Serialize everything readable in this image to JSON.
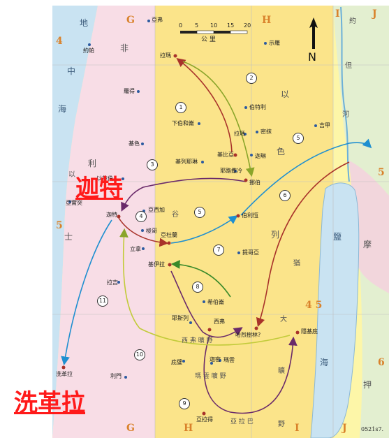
{
  "overlays": {
    "gath": "迦特",
    "gerar": "洗革拉"
  },
  "grid": {
    "letters_top": [
      "G",
      "H",
      "I",
      "J"
    ],
    "letters_bottom": [
      "G",
      "H",
      "I",
      "J"
    ],
    "numbers_left": [
      "4",
      "5"
    ],
    "numbers_right": [
      "5",
      "6"
    ],
    "numbers_center": "4 5"
  },
  "scale": {
    "ticks": [
      "0",
      "5",
      "10",
      "15",
      "20"
    ],
    "unit": "公  里"
  },
  "north": "N",
  "seas": {
    "mediterranean": [
      "地",
      "中",
      "海"
    ],
    "dead_sea": [
      "鹽",
      "海"
    ]
  },
  "regions": {
    "philistia": [
      "非",
      "利",
      "士"
    ],
    "israel": [
      "以",
      "色",
      "列"
    ],
    "judah": [
      "猶",
      "大"
    ],
    "moab": "摩",
    "wilderness_ziph": "西 弗 曠 野",
    "wilderness_maon": "瑪 雲 曠 野",
    "negev": [
      "曠",
      "野"
    ],
    "arabah": "亞 拉 巴",
    "edom": "押",
    "jordan": [
      "約",
      "但",
      "河"
    ],
    "valley": "谷"
  },
  "places": [
    {
      "name": "亞弗"
    },
    {
      "name": "約帕"
    },
    {
      "name": "拉瑪"
    },
    {
      "name": "示羅"
    },
    {
      "name": "羅得"
    },
    {
      "name": "伯特利"
    },
    {
      "name": "吉甲"
    },
    {
      "name": "下伯和崙"
    },
    {
      "name": "基色"
    },
    {
      "name": "拉瑪"
    },
    {
      "name": "密抹"
    },
    {
      "name": "基比亞"
    },
    {
      "name": "迦琳"
    },
    {
      "name": "基列耶琳"
    },
    {
      "name": "耶路撒冷"
    },
    {
      "name": "挪伯"
    },
    {
      "name": "以革倫"
    },
    {
      "name": "亞實突"
    },
    {
      "name": "亞西加"
    },
    {
      "name": "梭哥"
    },
    {
      "name": "伯利恆"
    },
    {
      "name": "亞杜蘭"
    },
    {
      "name": "提哥亞"
    },
    {
      "name": "立拿"
    },
    {
      "name": "基伊拉"
    },
    {
      "name": "拉吉"
    },
    {
      "name": "希伯崙"
    },
    {
      "name": "耶斯列"
    },
    {
      "name": "西弗"
    },
    {
      "name": "哈烈樹林?"
    },
    {
      "name": "隱基底"
    },
    {
      "name": "迦密"
    },
    {
      "name": "瑪雲"
    },
    {
      "name": "底璧"
    },
    {
      "name": "洗革拉"
    },
    {
      "name": "利門"
    },
    {
      "name": "亞拉得"
    },
    {
      "name": "迦特"
    }
  ],
  "routes": [
    "1",
    "2",
    "3",
    "4",
    "5",
    "5",
    "6",
    "7",
    "8",
    "9",
    "10",
    "11"
  ],
  "code": "0521s7."
}
